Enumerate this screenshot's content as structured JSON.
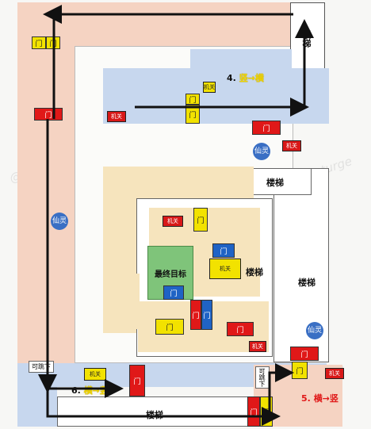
{
  "watermark": "@Dramaturge",
  "labels": {
    "door": "门",
    "mechanism": "机关",
    "stairs": "楼梯",
    "fairy": "仙灵",
    "goal": "最终目标",
    "can_go_down": "可跳下"
  },
  "steps": {
    "step4": {
      "num": "4.",
      "text": "竖→横"
    },
    "step5": {
      "num": "5.",
      "text": "横→竖"
    },
    "step6": {
      "num": "6.",
      "text": "横→竖"
    }
  },
  "colors": {
    "outer_corridor": "#f5d3c2",
    "blue_zone": "#c7d7ee",
    "beige_zone": "#f6e4bd",
    "door_yellow": "#f2e200",
    "door_red": "#e01818",
    "door_blue": "#1f63c5",
    "route": "#111111",
    "goal": "#7fc47a"
  }
}
